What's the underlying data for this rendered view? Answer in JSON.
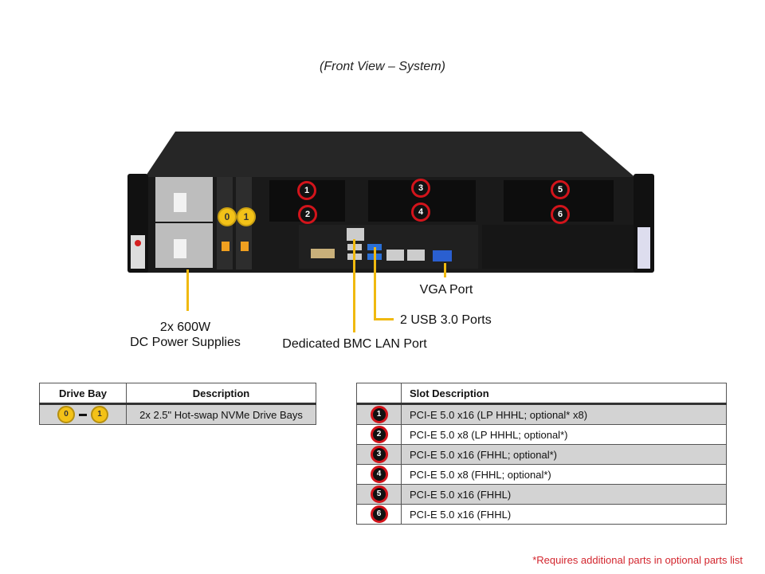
{
  "view_title": "(Front View – System)",
  "callouts": {
    "psu": [
      "2x 600W",
      "DC Power Supplies"
    ],
    "bmc_lan": "Dedicated BMC LAN Port",
    "usb": "2 USB 3.0 Ports",
    "vga": "VGA Port"
  },
  "chassis_badges": {
    "slots": [
      "1",
      "2",
      "3",
      "4",
      "5",
      "6"
    ],
    "drive_bays": [
      "0",
      "1"
    ]
  },
  "colors": {
    "callout_line": "#f0b90f",
    "slot_badge_ring": "#d2141b",
    "drive_badge": "#f3c218",
    "footnote": "#d3262e",
    "row_shade": "#d3d3d3"
  },
  "drive_table": {
    "headers": [
      "Drive Bay",
      "Description"
    ],
    "rows": [
      {
        "bay_start": "0",
        "bay_end": "1",
        "description": "2x 2.5\" Hot-swap NVMe Drive Bays"
      }
    ]
  },
  "slot_table": {
    "headers": [
      "",
      "Slot Description"
    ],
    "rows": [
      {
        "slot": "1",
        "description": "PCI-E 5.0 x16 (LP HHHL;  optional* x8)"
      },
      {
        "slot": "2",
        "description": "PCI-E 5.0 x8 (LP HHHL;  optional*)"
      },
      {
        "slot": "3",
        "description": "PCI-E 5.0 x16 (FHHL;  optional*)"
      },
      {
        "slot": "4",
        "description": "PCI-E 5.0 x8 (FHHL;  optional*)"
      },
      {
        "slot": "5",
        "description": "PCI-E 5.0 x16 (FHHL)"
      },
      {
        "slot": "6",
        "description": "PCI-E 5.0 x16 (FHHL)"
      }
    ]
  },
  "footnote": "*Requires additional parts in optional parts list"
}
